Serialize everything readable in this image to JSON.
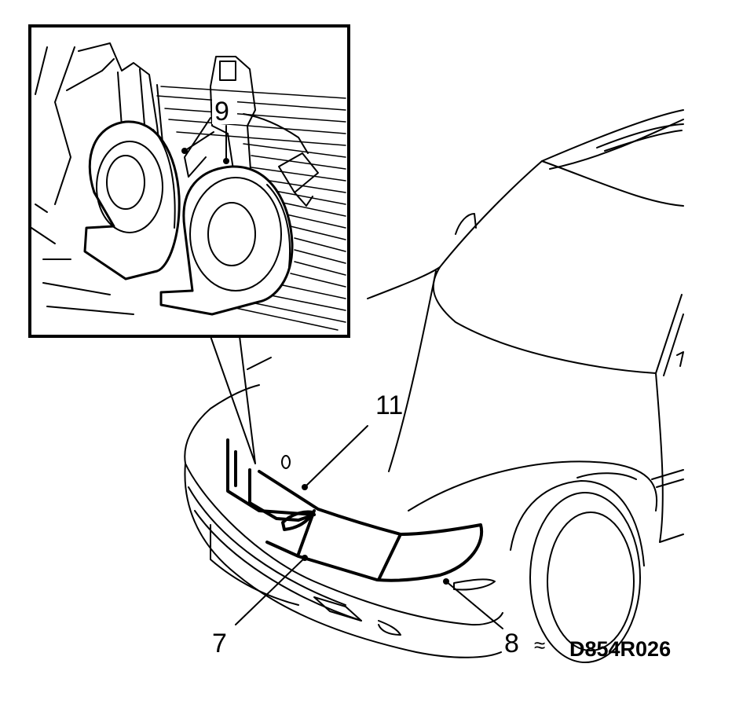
{
  "figure": {
    "labels": {
      "horns": "9",
      "bumper": "7",
      "fog_light": "8",
      "headlight": "11"
    },
    "approx_symbol": "≈",
    "drawing_code": "D854R026"
  }
}
